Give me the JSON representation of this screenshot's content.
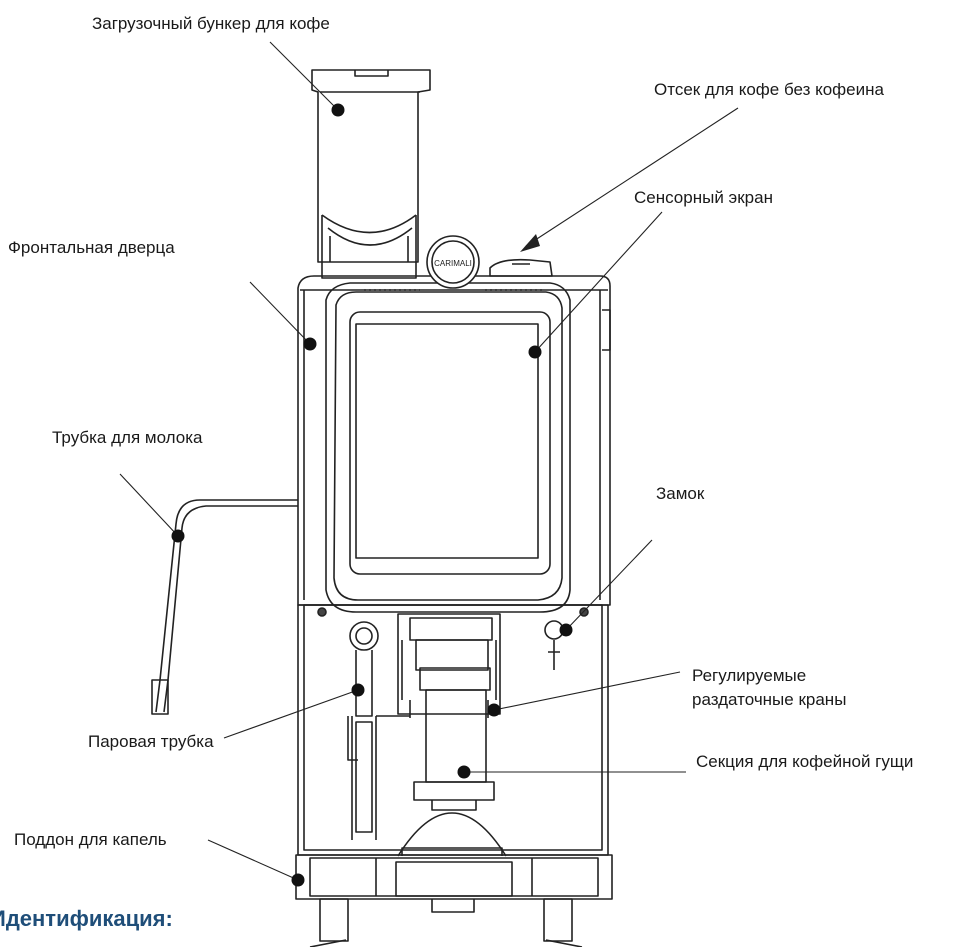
{
  "labels": {
    "hopper": "Загрузочный бункер для кофе",
    "decaf": "Отсек для кофе без кофеина",
    "touchscreen": "Сенсорный экран",
    "front_door": "Фронтальная дверца",
    "milk_tube": "Трубка для молока",
    "lock": "Замок",
    "spouts_line1": "Регулируемые",
    "spouts_line2": "раздаточные краны",
    "steam_wand": "Паровая трубка",
    "grounds": "Секция для кофейной гущи",
    "drip_tray": "Поддон для капель"
  },
  "logo_text": "CARIMALI",
  "heading": "Идентификация:",
  "colors": {
    "heading": "#1f4e79",
    "line": "#222222",
    "dot": "#111111"
  }
}
